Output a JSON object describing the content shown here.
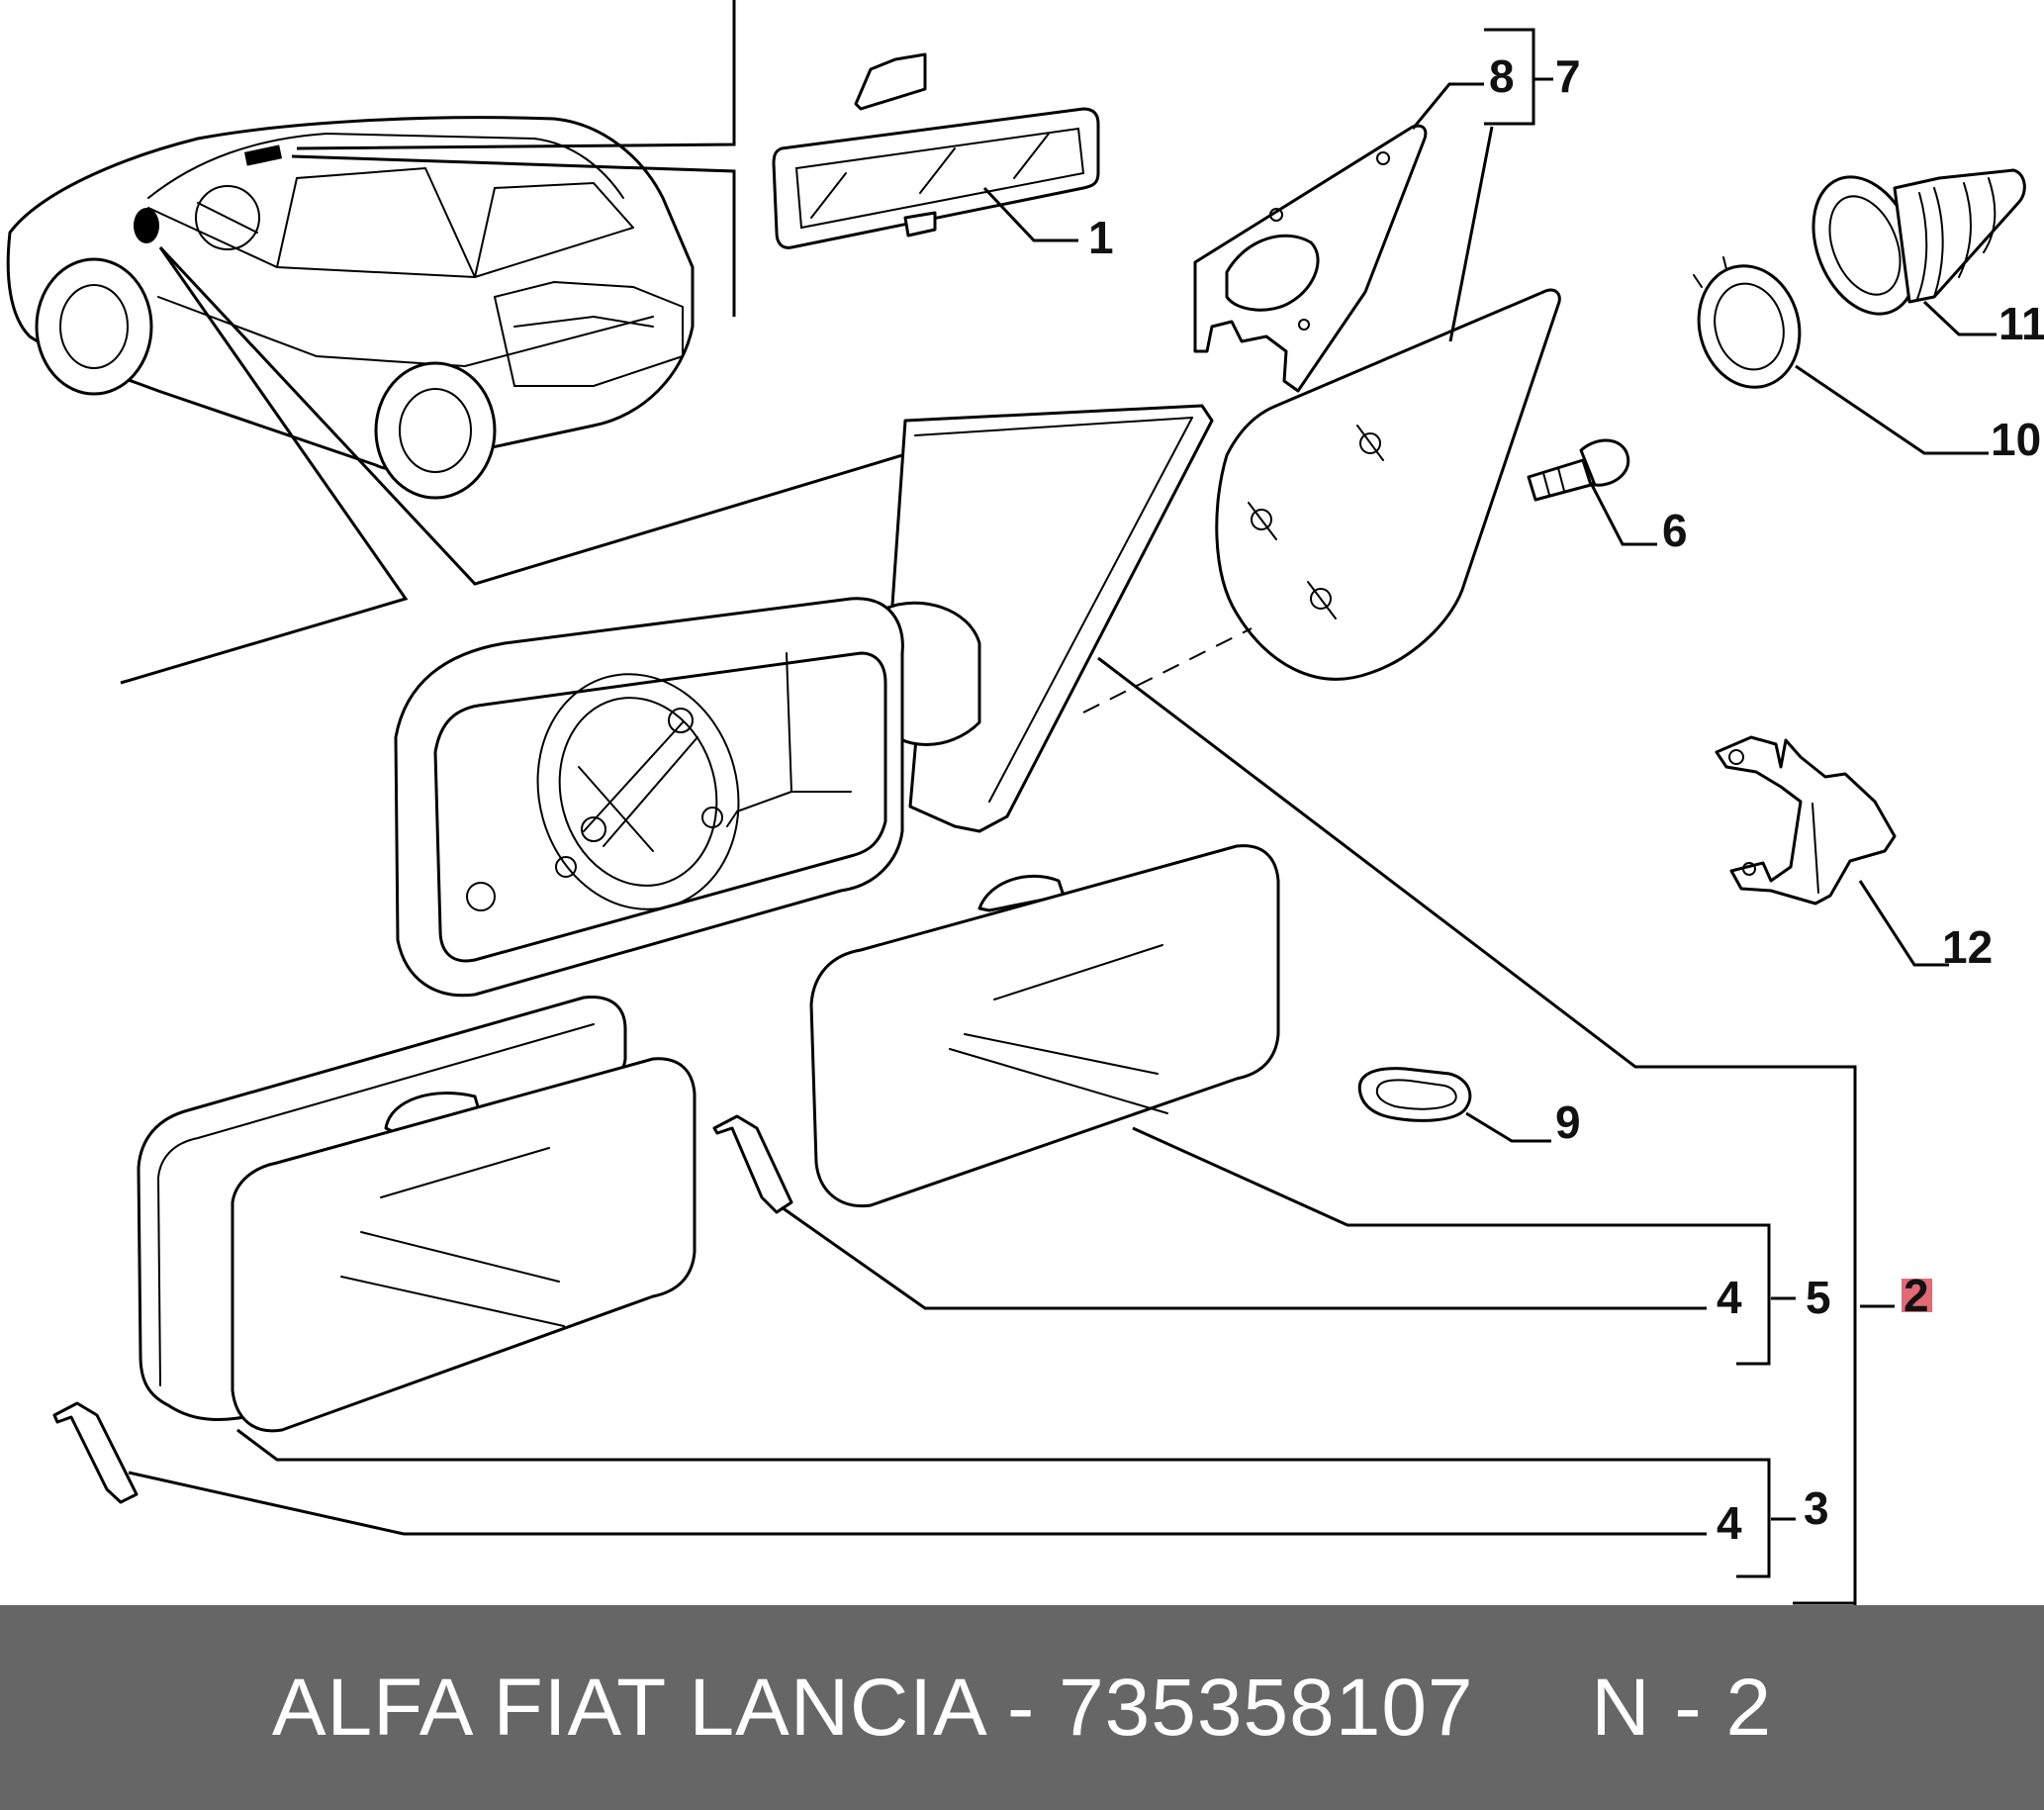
{
  "diagram": {
    "callouts": {
      "c1": "1",
      "c2": "2",
      "c3": "3",
      "c4a": "4",
      "c4b": "4",
      "c5": "5",
      "c6": "6",
      "c7": "7",
      "c8": "8",
      "c9": "9",
      "c10": "10",
      "c11": "11",
      "c12": "12"
    },
    "highlight_color": "#e26a75"
  },
  "footer": {
    "text": "ALFA FIAT LANCIA - 735358107     N - 2",
    "background": "#666666"
  }
}
